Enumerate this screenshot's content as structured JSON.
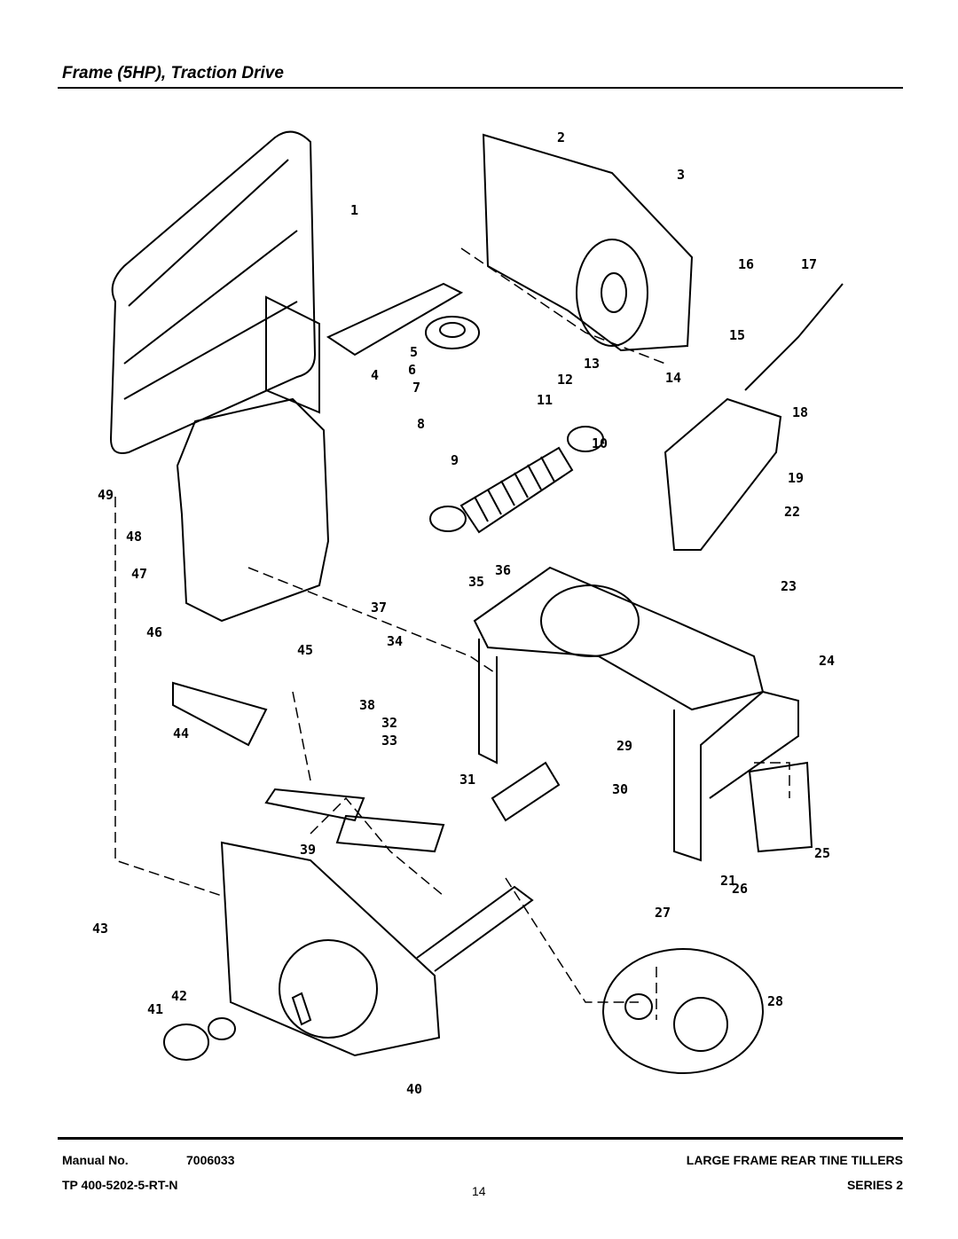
{
  "page": {
    "title": "Frame (5HP), Traction Drive"
  },
  "footer": {
    "manual_label": "Manual No.",
    "manual_number": "7006033",
    "tp_number": "TP 400-5202-5-RT-N",
    "page_number": "14",
    "product_line": "LARGE FRAME REAR TINE TILLERS",
    "series": "SERIES 2"
  },
  "callouts": [
    "1",
    "2",
    "3",
    "4",
    "5",
    "6",
    "7",
    "8",
    "9",
    "10",
    "11",
    "12",
    "13",
    "14",
    "15",
    "16",
    "17",
    "18",
    "19",
    "22",
    "23",
    "24",
    "25",
    "26",
    "21",
    "27",
    "28",
    "29",
    "30",
    "31",
    "32",
    "33",
    "34",
    "35",
    "36",
    "37",
    "38",
    "39",
    "40",
    "41",
    "42",
    "43",
    "44",
    "45",
    "46",
    "47",
    "48",
    "49"
  ]
}
